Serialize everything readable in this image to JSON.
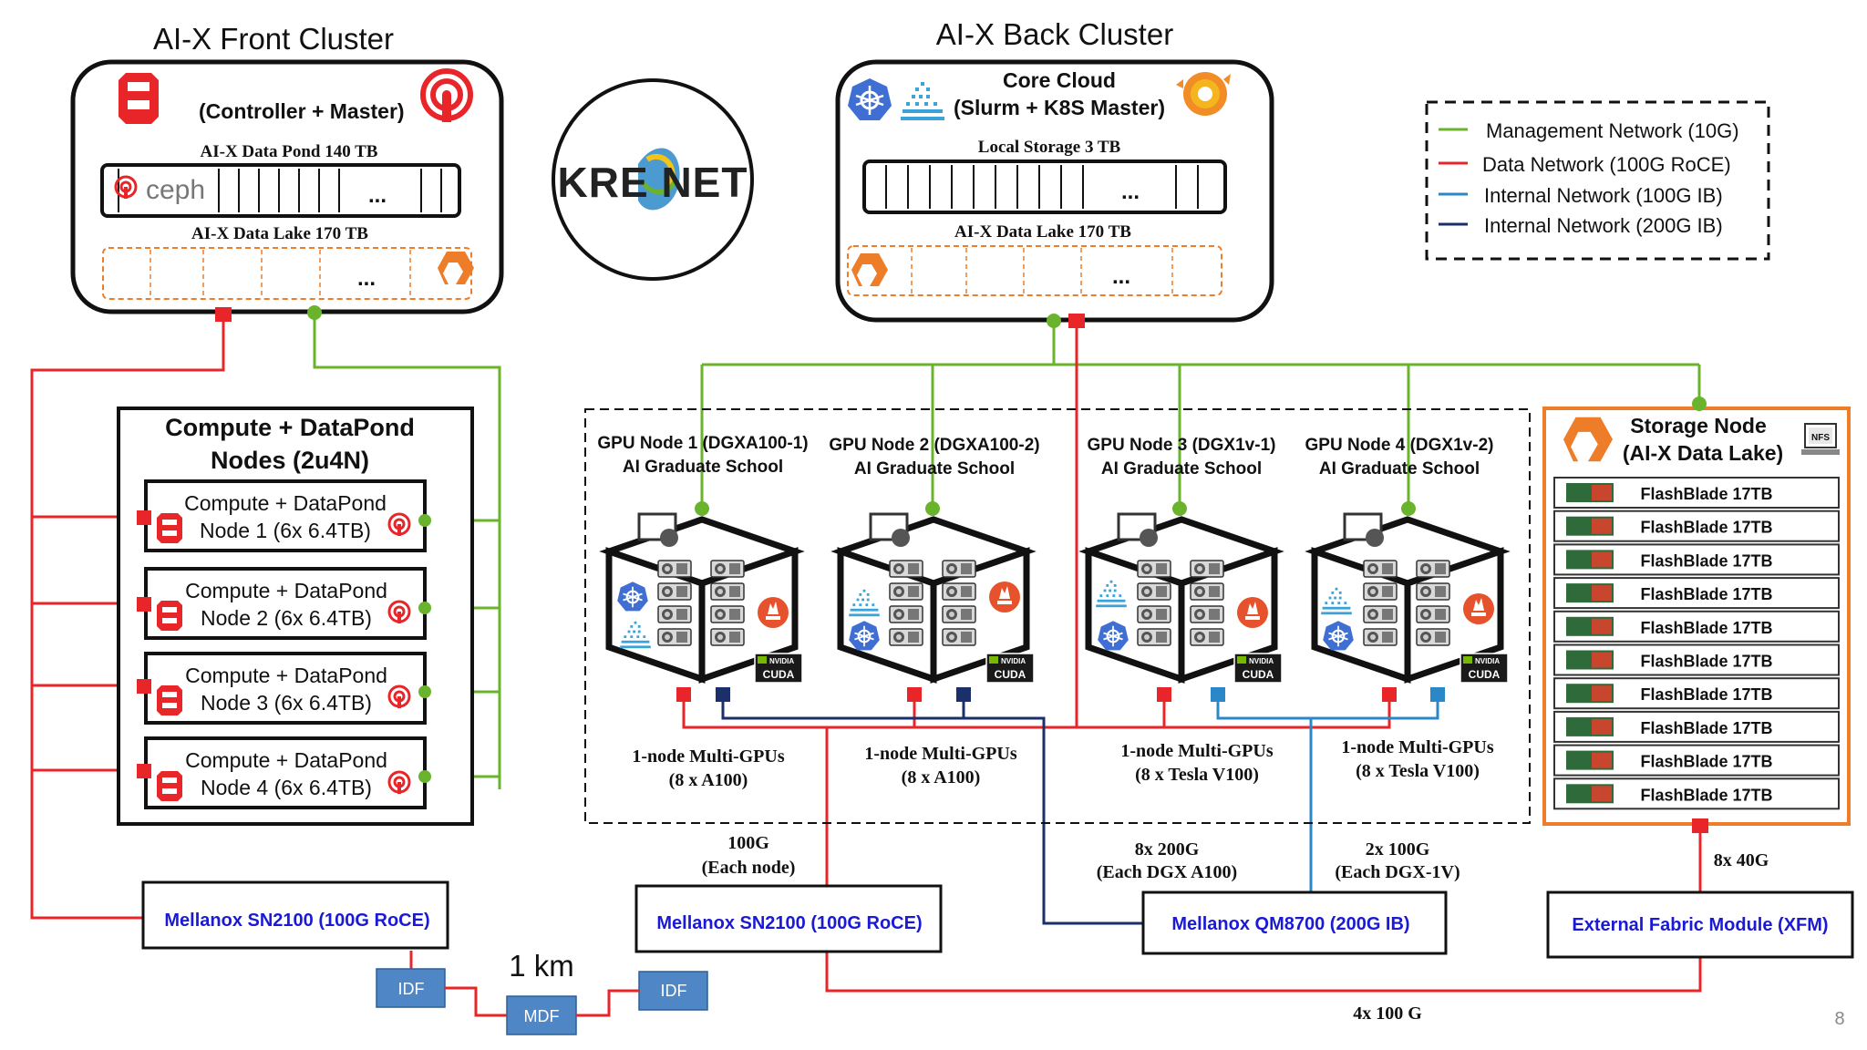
{
  "colors": {
    "management": "#6ab42d",
    "data": "#e8262a",
    "internal100": "#2b88c8",
    "internal200": "#1b2f6b",
    "storage_border": "#ee7d2a",
    "switch_text": "#1a1ad6",
    "idf_fill": "#4f86c6"
  },
  "front": {
    "title": "AI-X Front Cluster",
    "role": "(Controller + Master)",
    "pond_label": "AI-X Data Pond 140 TB",
    "ceph_text": "ceph",
    "lake_label": "AI-X Data Lake 170 TB",
    "ellipsis": "..."
  },
  "kreonet": {
    "label": "KRE NET"
  },
  "back": {
    "title": "AI-X Back Cluster",
    "role_line1": "Core Cloud",
    "role_line2": "(Slurm + K8S Master)",
    "storage_label": "Local Storage 3 TB",
    "lake_label": "AI-X Data Lake 170 TB",
    "ellipsis": "..."
  },
  "legend": {
    "items": [
      {
        "label": "Management Network (10G)",
        "color": "#6ab42d"
      },
      {
        "label": "Data Network (100G RoCE)",
        "color": "#e8262a"
      },
      {
        "label": "Internal Network (100G IB)",
        "color": "#2b88c8"
      },
      {
        "label": "Internal Network (200G IB)",
        "color": "#1b2f6b"
      }
    ]
  },
  "compute": {
    "title_line1": "Compute + DataPond",
    "title_line2": "Nodes (2u4N)",
    "nodes": [
      {
        "line1": "Compute + DataPond",
        "line2": "Node 1 (6x  6.4TB)"
      },
      {
        "line1": "Compute + DataPond",
        "line2": "Node 2 (6x  6.4TB)"
      },
      {
        "line1": "Compute + DataPond",
        "line2": "Node 3 (6x  6.4TB)"
      },
      {
        "line1": "Compute + DataPond",
        "line2": "Node 4 (6x  6.4TB)"
      }
    ]
  },
  "gpu": {
    "nodes": [
      {
        "name": "GPU Node 1 (DGXA100-1)",
        "school": "AI Graduate School",
        "desc1": "1-node Multi-GPUs",
        "desc2": "(8 x A100)"
      },
      {
        "name": "GPU Node 2 (DGXA100-2)",
        "school": "AI Graduate School",
        "desc1": "1-node Multi-GPUs",
        "desc2": "(8 x A100)"
      },
      {
        "name": "GPU Node 3 (DGX1v-1)",
        "school": "AI Graduate School",
        "desc1": "1-node Multi-GPUs",
        "desc2": "(8 x Tesla V100)"
      },
      {
        "name": "GPU Node 4 (DGX1v-2)",
        "school": "AI Graduate School",
        "desc1": "1-node Multi-GPUs",
        "desc2": "(8 x Tesla V100)"
      }
    ],
    "nvidia_label": "NVIDIA",
    "cuda_label": "CUDA"
  },
  "storage": {
    "title_line1": "Storage Node",
    "title_line2": "(AI-X Data Lake)",
    "nfs_label": "NFS",
    "blades": [
      "FlashBlade 17TB",
      "FlashBlade 17TB",
      "FlashBlade 17TB",
      "FlashBlade 17TB",
      "FlashBlade 17TB",
      "FlashBlade 17TB",
      "FlashBlade 17TB",
      "FlashBlade 17TB",
      "FlashBlade 17TB",
      "FlashBlade 17TB"
    ]
  },
  "switches": {
    "front_sn2100": "Mellanox SN2100  (100G RoCE)",
    "back_sn2100": "Mellanox SN2100  (100G RoCE)",
    "qm8700": "Mellanox QM8700 (200G IB)",
    "xfm": "External Fabric Module (XFM)"
  },
  "links": {
    "each_node_line1": "100G",
    "each_node_line2": "(Each node)",
    "dgx_a100_line1": "8x 200G",
    "dgx_a100_line2": "(Each DGX A100)",
    "dgx_1v_line1": "2x 100G",
    "dgx_1v_line2": "(Each DGX-1V)",
    "xfm_uplink": "8x 40G",
    "bottom_link": "4x 100 G",
    "distance": "1 km"
  },
  "infra": {
    "idf_left": "IDF",
    "mdf": "MDF",
    "idf_right": "IDF"
  },
  "page_number": "8"
}
